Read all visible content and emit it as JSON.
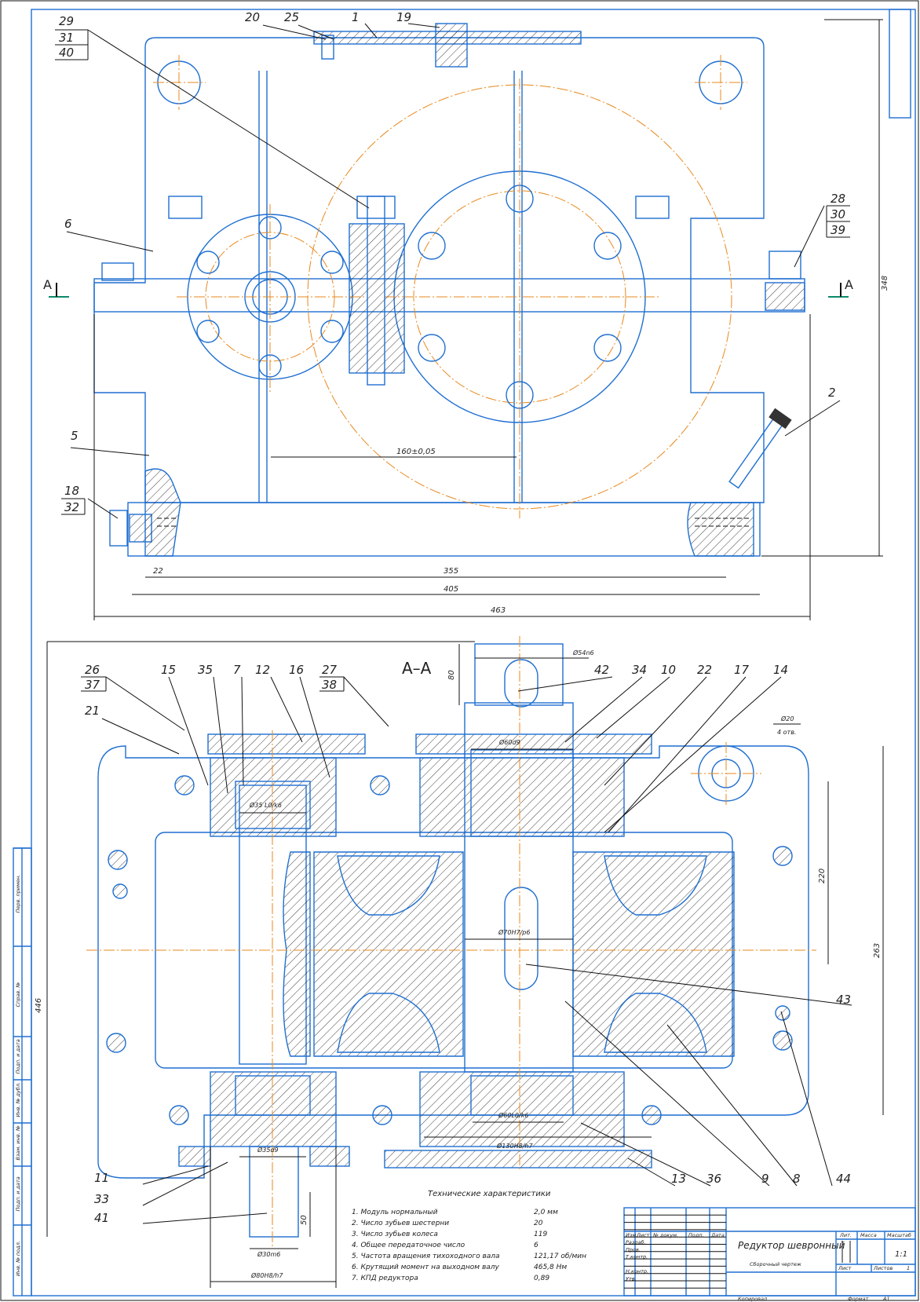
{
  "drawing": {
    "title": "Редуктор шевронный",
    "subtitle": "Сборочный чертеж",
    "scale": "1:1",
    "sheets_label": "Листов",
    "sheets_value": "1",
    "sheet_label": "Лист",
    "lit_label": "Лит.",
    "mass_label": "Масса",
    "scale_label": "Масштаб",
    "copied_label": "Копировал",
    "format_label": "Формат",
    "format_value": "A1",
    "section_label": "A–A",
    "cut_marker": "A"
  },
  "title_block": {
    "columns": [
      "Изм.",
      "Лист",
      "№ докум.",
      "Подп.",
      "Дата"
    ],
    "rows": [
      "Разраб.",
      "Пров.",
      "Т.контр.",
      "",
      "Н.контр.",
      "Утв."
    ]
  },
  "side_stamp": [
    "Перв. примен.",
    "Справ. №",
    "Подп. и дата",
    "Инв. № дубл.",
    "Взам. инв. №",
    "Подп. и дата",
    "Инв. № подл."
  ],
  "tech_specs": {
    "title": "Технические характеристики",
    "items": [
      {
        "label": "1. Модуль нормальный",
        "value": "2,0 мм"
      },
      {
        "label": "2. Число зубьев шестерни",
        "value": "20"
      },
      {
        "label": "3. Число зубьев колеса",
        "value": "119"
      },
      {
        "label": "4. Общее передаточное число",
        "value": "6"
      },
      {
        "label": "5. Частота вращения тихоходного вала",
        "value": "121,17 об/мин"
      },
      {
        "label": "6. Крутящий момент на выходном валу",
        "value": "465,8 Нм"
      },
      {
        "label": "7. КПД редуктора",
        "value": "0,89"
      }
    ]
  },
  "dimensions": {
    "center_distance": "160±0,05",
    "d22": "22",
    "d355": "355",
    "d405": "405",
    "d463": "463",
    "d348": "348",
    "d446": "446",
    "d80": "80",
    "d50": "50",
    "d220": "220",
    "d263": "263",
    "phi54": "Ø54n6",
    "phi60d9": "Ø60d9",
    "phi20": "Ø20",
    "holes": "4 отв.",
    "phi35": "Ø35 L0/k6",
    "phi70": "Ø70H7/p6",
    "phi60": "Ø60L0/k6",
    "phi130": "Ø130H8/h7",
    "phi35d9": "Ø35d9",
    "phi30": "Ø30m6",
    "phi80": "Ø80H8/h7"
  },
  "callouts": {
    "top": [
      "29",
      "31",
      "40",
      "20",
      "25",
      "1",
      "19",
      "6",
      "28",
      "30",
      "39",
      "2",
      "5",
      "18",
      "32"
    ],
    "section": [
      "26",
      "37",
      "15",
      "35",
      "7",
      "12",
      "16",
      "27",
      "38",
      "21",
      "42",
      "34",
      "10",
      "22",
      "17",
      "14",
      "43",
      "11",
      "33",
      "41",
      "13",
      "36",
      "9",
      "8",
      "44"
    ]
  }
}
